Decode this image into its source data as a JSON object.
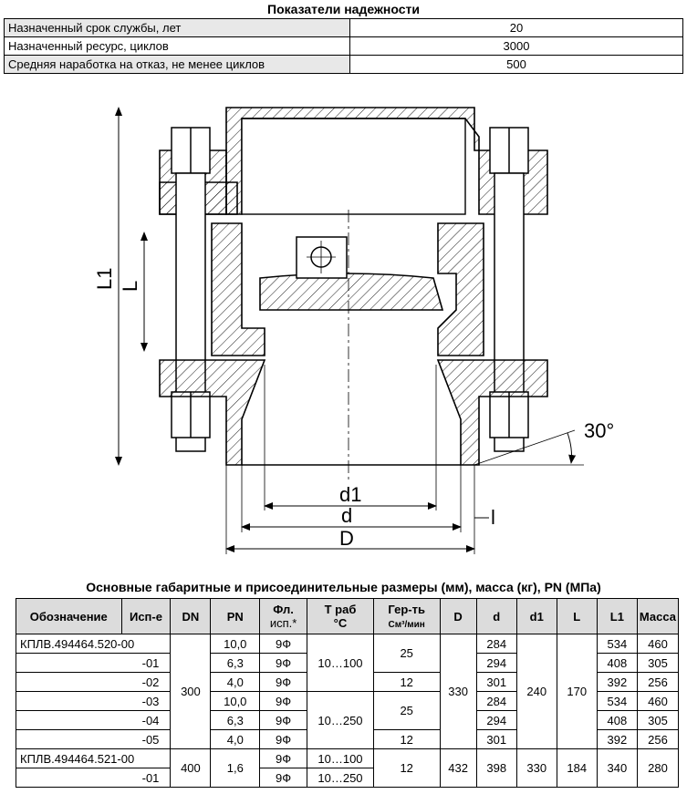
{
  "reliability": {
    "title": "Показатели надежности",
    "rows": [
      {
        "label": "Назначенный срок службы, лет",
        "value": "20"
      },
      {
        "label": "Назначенный ресурс, циклов",
        "value": "3000"
      },
      {
        "label": "Средняя наработка на отказ, не менее циклов",
        "value": "500"
      }
    ]
  },
  "drawing": {
    "labels": {
      "L1": "L1",
      "L": "L",
      "d1": "d1",
      "d": "d",
      "D": "D",
      "l": "l",
      "angle": "30°"
    }
  },
  "dimensions": {
    "title": "Основные габаритные и присоединительные размеры (мм), масса (кг), PN (МПа)",
    "headers": {
      "designation": "Обозначение",
      "version": "Исп-е",
      "dn": "DN",
      "pn": "PN",
      "flange": "Фл.",
      "flange2": "исп.*",
      "temp": "Т раб",
      "temp2": "°С",
      "leak": "Гер-ть",
      "leak2": "См³/мин",
      "D": "D",
      "d": "d",
      "d1": "d1",
      "L": "L",
      "L1": "L1",
      "mass": "Масса"
    },
    "group1": {
      "designation": "КПЛВ.494464.520-00",
      "dn": "300",
      "D": "330",
      "d1": "240",
      "L": "170",
      "temp_a": "10…100",
      "temp_b": "10…250",
      "leak_a": "25",
      "leak_b": "12",
      "leak_c": "25",
      "leak_d": "12",
      "rows": [
        {
          "ver": "",
          "pn": "10,0",
          "fl": "9Ф",
          "d": "284",
          "L1": "534",
          "mass": "460"
        },
        {
          "ver": "-01",
          "pn": "6,3",
          "fl": "9Ф",
          "d": "294",
          "L1": "408",
          "mass": "305"
        },
        {
          "ver": "-02",
          "pn": "4,0",
          "fl": "9Ф",
          "d": "301",
          "L1": "392",
          "mass": "256"
        },
        {
          "ver": "-03",
          "pn": "10,0",
          "fl": "9Ф",
          "d": "284",
          "L1": "534",
          "mass": "460"
        },
        {
          "ver": "-04",
          "pn": "6,3",
          "fl": "9Ф",
          "d": "294",
          "L1": "408",
          "mass": "305"
        },
        {
          "ver": "-05",
          "pn": "4,0",
          "fl": "9Ф",
          "d": "301",
          "L1": "392",
          "mass": "256"
        }
      ]
    },
    "group2": {
      "designation": "КПЛВ.494464.521-00",
      "ver2": "-01",
      "dn": "400",
      "pn": "1,6",
      "fl1": "9Ф",
      "fl2": "9Ф",
      "temp1": "10…100",
      "temp2": "10…250",
      "leak": "12",
      "D": "432",
      "d": "398",
      "d1": "330",
      "L": "184",
      "L1": "340",
      "mass": "280"
    }
  }
}
